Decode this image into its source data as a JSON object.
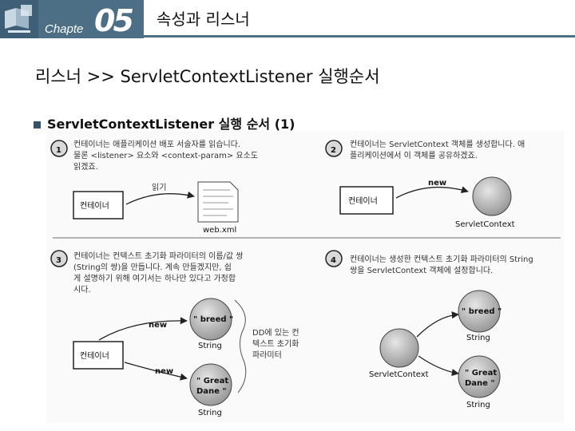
{
  "header": {
    "chapter_label": "Chapte",
    "chapter_number": "05",
    "chapter_title": "속성과 리스너",
    "band_color": "#4d6f86"
  },
  "slide": {
    "title": "리스너 >> ServletContextListener 실행순서",
    "bullet": "ServletContextListener 실행 순서 (1)"
  },
  "figure": {
    "step1": {
      "number": "1",
      "text_lines": [
        "컨테이너는 애플리케이션 배포 서술자를 읽습니다.",
        "물론 <listener> 요소와 <context-param> 요소도",
        "읽겠죠."
      ],
      "container_label": "컨테이너",
      "read_label": "읽기",
      "file_label": "web.xml"
    },
    "step2": {
      "number": "2",
      "text_lines": [
        "컨테이너는 ServletContext 객체를 생성합니다. 애",
        "플리케이션에서 이 객체를 공유하겠죠."
      ],
      "container_label": "컨테이너",
      "arrow_label": "new",
      "object_label": "ServletContext"
    },
    "step3": {
      "number": "3",
      "text_lines": [
        "컨테이너는 컨텍스트 초기화 파라미터의 이름/값 쌍",
        "(String의 쌍)을 만듭니다. 계속 만들겠지만, 쉽",
        "게 설명하기 위해 여기서는 하나만 있다고 가정합",
        "시다."
      ],
      "container_label": "컨테이너",
      "new_label_1": "new",
      "new_label_2": "new",
      "bubble_1": "\" breed \"",
      "bubble_1_type": "String",
      "bubble_2_line1": "\" Great",
      "bubble_2_line2": "Dane \"",
      "bubble_2_type": "String",
      "note_lines": [
        "DD에 있는 컨",
        "텍스트 초기화",
        "파라미터"
      ]
    },
    "step4": {
      "number": "4",
      "text_lines": [
        "컨테이너는 생성한 컨텍스트 초기화 파라미터의 String",
        "쌍을 ServletContext 객체에 설정합니다."
      ],
      "object_label": "ServletContext",
      "bubble_1": "\" breed \"",
      "bubble_1_type": "String",
      "bubble_2_line1": "\" Great",
      "bubble_2_line2": "Dane \"",
      "bubble_2_type": "String"
    }
  }
}
